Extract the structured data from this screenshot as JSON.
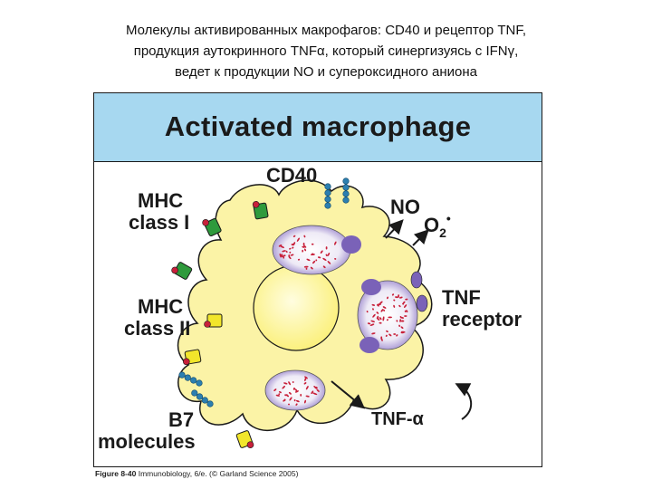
{
  "caption": {
    "line1": "Молекулы активированных макрофагов: CD40 и рецептор TNF,",
    "line2": "продукция аутокринного TNFα, который синергизуясь с IFNγ,",
    "line3": "ведет к продукции NO и супероксидного аниона"
  },
  "figure": {
    "title": "Activated macrophage",
    "labels": {
      "mhc1_line1": "MHC",
      "mhc1_line2": "class I",
      "cd40": "CD40",
      "no": "NO",
      "o2": "O",
      "o2_sub": "2",
      "o2_dot": "•",
      "mhc2_line1": "MHC",
      "mhc2_line2": "class II",
      "tnf_line1": "TNF",
      "tnf_line2": "receptor",
      "b7_line1": "B7",
      "b7_line2": "molecules",
      "tnf_alpha": "TNF-α"
    },
    "credit_figure": "Figure 8-40",
    "credit_book": "Immunobiology, 6/e.",
    "credit_copyright": "(© Garland Science 2005)"
  },
  "colors": {
    "banner": "#a7d8f0",
    "cell": "#fbf3a6",
    "nucleus": "#fff9b8",
    "vacuole": "#ece8f4",
    "vacuole_edge": "#7a62b8",
    "granule": "#c8203a",
    "mhc_class_I": "#2e9a3c",
    "mhc_class_II": "#f2e62b",
    "receptor_chain": "#2c7fb0",
    "tnf_receptor": "#7a62b8"
  }
}
